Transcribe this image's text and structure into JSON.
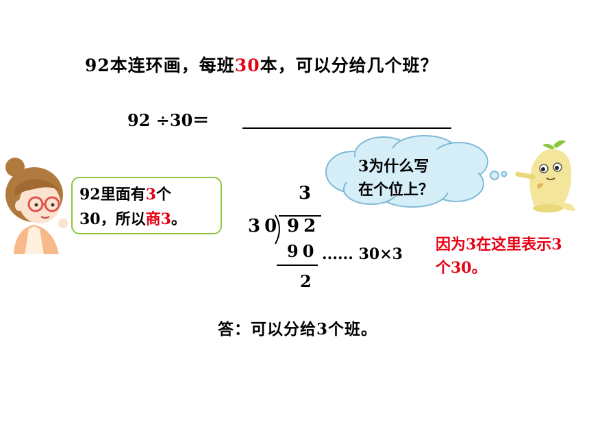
{
  "question": {
    "part1": "92本连环画，每班",
    "highlight": "30",
    "part2": "本，可以分给几个班？"
  },
  "equation": "92 ÷30＝",
  "girl_bubble": {
    "line1_a": "92里面有",
    "line1_red": "3",
    "line1_b": "个",
    "line2_a": "30，所以",
    "line2_red": "商3",
    "line2_b": "。"
  },
  "creature_bubble": {
    "line1": "3为什么写",
    "line2": "在个位上？"
  },
  "long_division": {
    "quotient": "3",
    "divisor": "30",
    "dividend": "92",
    "product": "90",
    "remainder": "2",
    "note": "...... 30×3"
  },
  "explanation": "因为3在这里表示3个30。",
  "answer": "答：可以分给3个班。",
  "colors": {
    "highlight_red": "#e60012",
    "bubble_border_green": "#8cc63f",
    "cloud_fill": "#d6eef7",
    "cloud_stroke": "#7fb9d6"
  }
}
